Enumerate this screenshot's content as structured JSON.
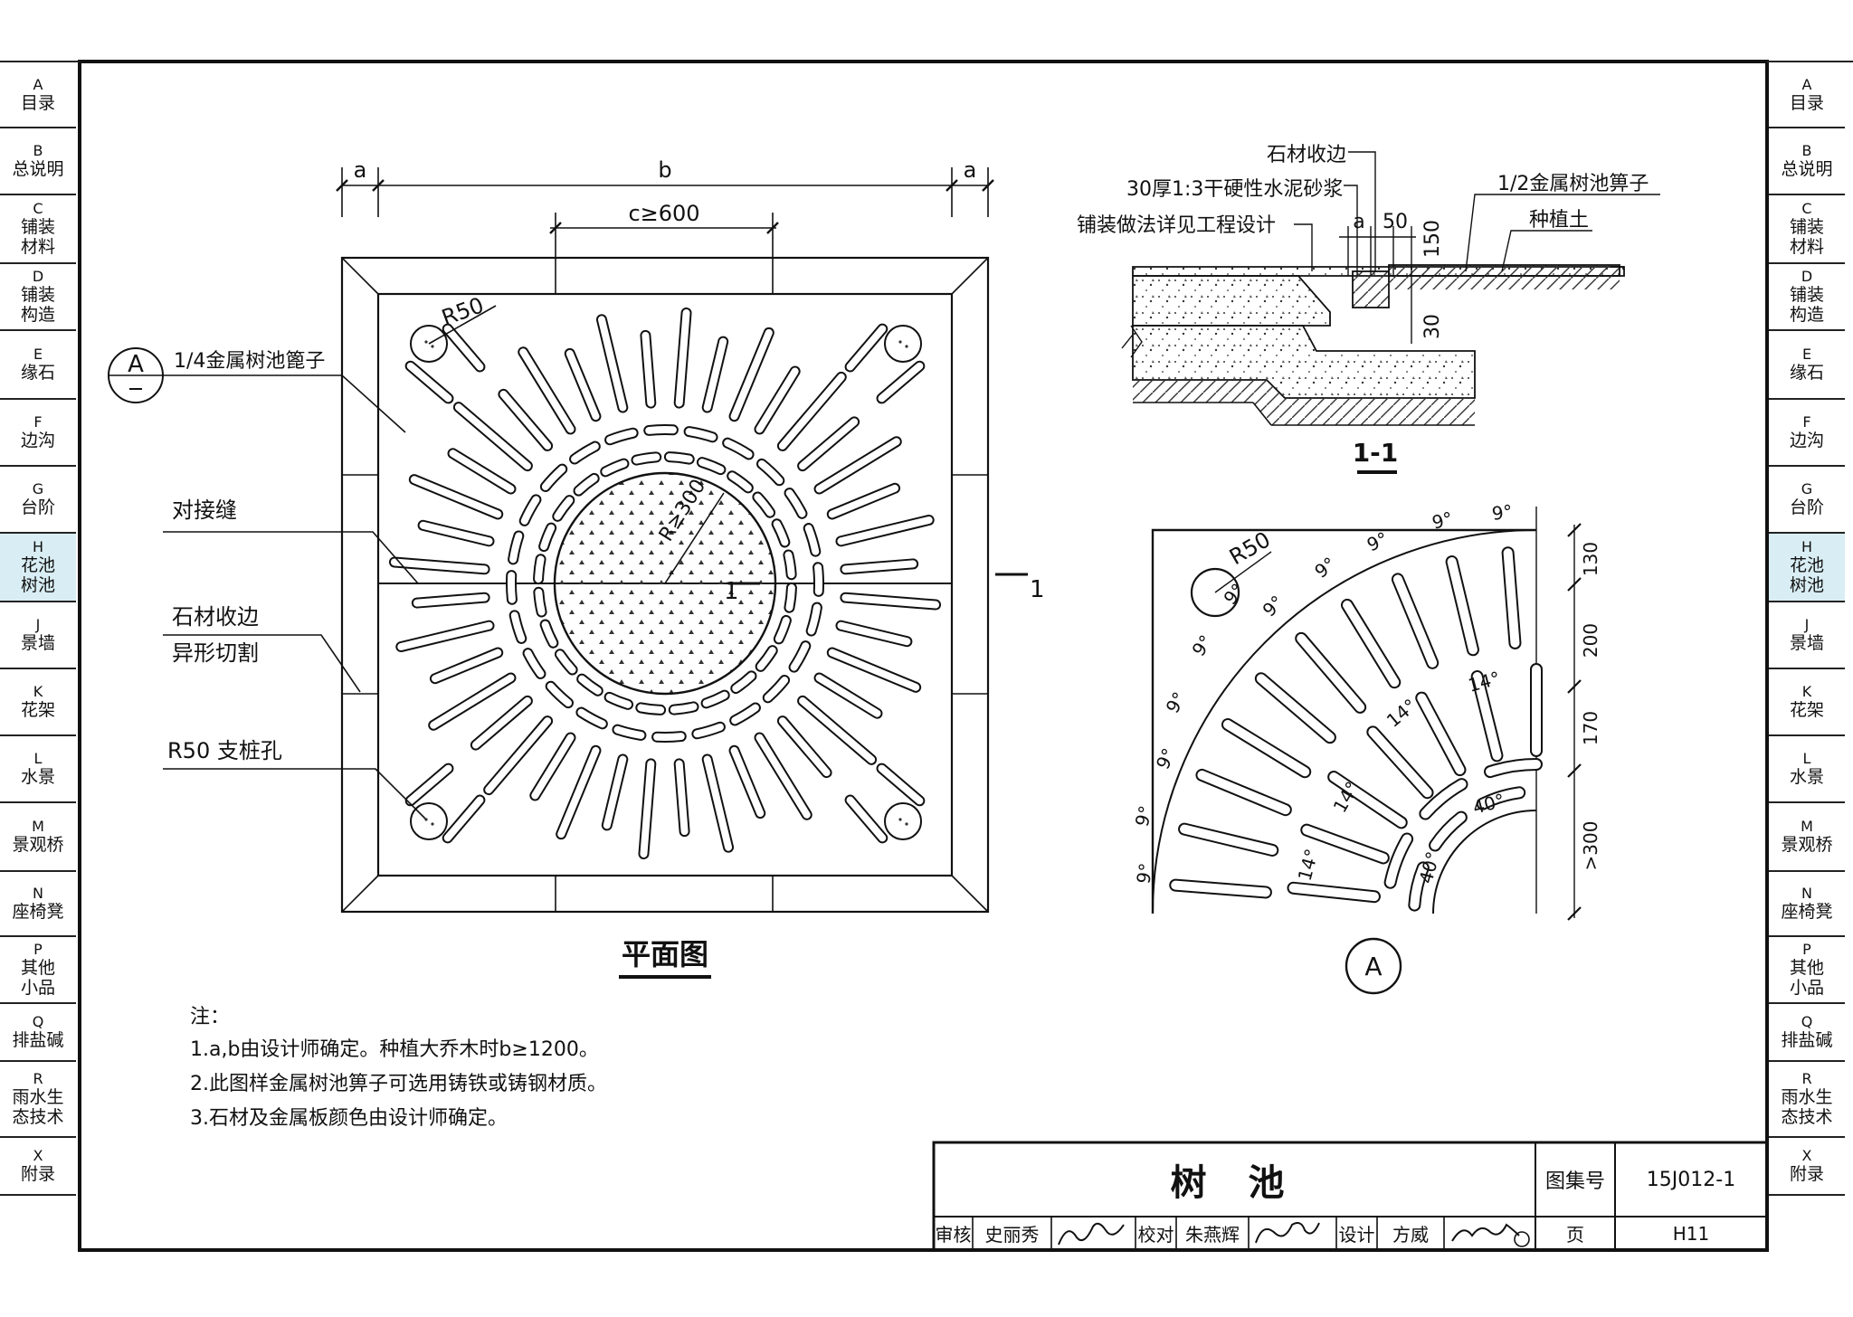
{
  "side_tabs": [
    {
      "code": "A",
      "label": "目录"
    },
    {
      "code": "B",
      "label": "总说明"
    },
    {
      "code": "C",
      "label": "铺装\n材料"
    },
    {
      "code": "D",
      "label": "铺装\n构造"
    },
    {
      "code": "E",
      "label": "缘石"
    },
    {
      "code": "F",
      "label": "边沟"
    },
    {
      "code": "G",
      "label": "台阶"
    },
    {
      "code": "H",
      "label": "花池\n树池"
    },
    {
      "code": "J",
      "label": "景墙"
    },
    {
      "code": "K",
      "label": "花架"
    },
    {
      "code": "L",
      "label": "水景"
    },
    {
      "code": "M",
      "label": "景观桥"
    },
    {
      "code": "N",
      "label": "座椅凳"
    },
    {
      "code": "P",
      "label": "其他\n小品"
    },
    {
      "code": "Q",
      "label": "排盐碱"
    },
    {
      "code": "R",
      "label": "雨水生\n态技术"
    },
    {
      "code": "X",
      "label": "附录"
    }
  ],
  "active_tab": "H",
  "plan": {
    "title": "平面图",
    "dim_a": "a",
    "dim_b": "b",
    "dim_c": "c≥600",
    "r50": "R50",
    "r300": "R≥300",
    "section_mark": "1",
    "detail_ref": "A",
    "label_grate": "1/4金属树池篦子",
    "label_joint": "对接缝",
    "label_stone_1": "石材收边",
    "label_stone_2": "异形切割",
    "label_hole": "R50 支桩孔"
  },
  "section": {
    "title": "1-1",
    "l1": "石材收边",
    "l2": "30厚1:3干硬性水泥砂浆",
    "l3": "铺装做法详见工程设计",
    "l4": "1/2金属树池箅子",
    "l5": "种植土",
    "d_a": "a",
    "d_50": "50",
    "d_150": "150",
    "d_30": "30"
  },
  "detail": {
    "ref": "A",
    "r50": "R50",
    "angle9": "9°",
    "angle14": "14°",
    "angle40": "40°",
    "d130": "130",
    "d200": "200",
    "d170": "170",
    "d300": ">300"
  },
  "notes": {
    "head": "注：",
    "n1": "1.a,b由设计师确定。种植大乔木时b≥1200。",
    "n2": "2.此图样金属树池箅子可选用铸铁或铸钢材质。",
    "n3": "3.石材及金属板颜色由设计师确定。"
  },
  "title_block": {
    "title": "树 池",
    "atlas_label": "图集号",
    "atlas_no": "15J012-1",
    "review_label": "审核",
    "reviewer": "史丽秀",
    "check_label": "校对",
    "checker": "朱燕辉",
    "design_label": "设计",
    "designer": "方威",
    "page_label": "页",
    "page_no": "H11"
  }
}
